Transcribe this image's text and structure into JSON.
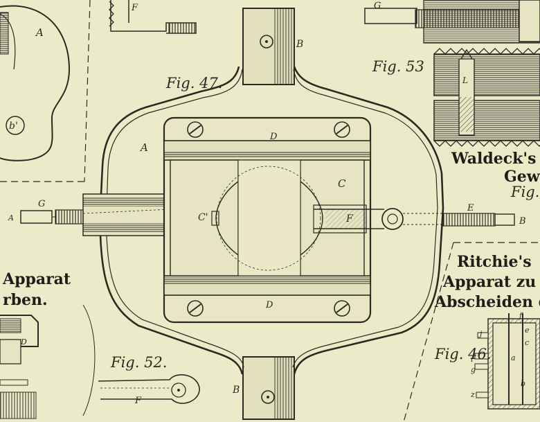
{
  "figures": {
    "fig47": "Fig. 47.",
    "fig53": "Fig. 53",
    "fig52": "Fig. 52.",
    "fig46": "Fig. 46.",
    "fig_partial": "Fig."
  },
  "titles": {
    "left_line1": "Apparat",
    "left_line2": "rben.",
    "waldeck_line1": "Waldeck's",
    "waldeck_line2": "Gew",
    "ritchie_line1": "Ritchie's",
    "ritchie_line2": "Apparat zu",
    "ritchie_line3": "Abscheiden d"
  },
  "labels": {
    "A_outer": "A",
    "A_topleft": "A",
    "A_left": "A",
    "b_prime": "b'",
    "B_top": "B",
    "B_bottom": "B",
    "B_right": "B",
    "C": "C",
    "C_prime": "C'",
    "D_top": "D",
    "D_bottom": "D",
    "E": "E",
    "F_main": "F",
    "F_top": "F",
    "F_fig52": "F",
    "G_left": "G",
    "G_top": "G",
    "L": "L",
    "f": "f",
    "e": "e",
    "b": "b",
    "c": "c",
    "a": "a",
    "j": "j",
    "g": "g",
    "i": "i",
    "z": "z",
    "D_left": "D"
  }
}
